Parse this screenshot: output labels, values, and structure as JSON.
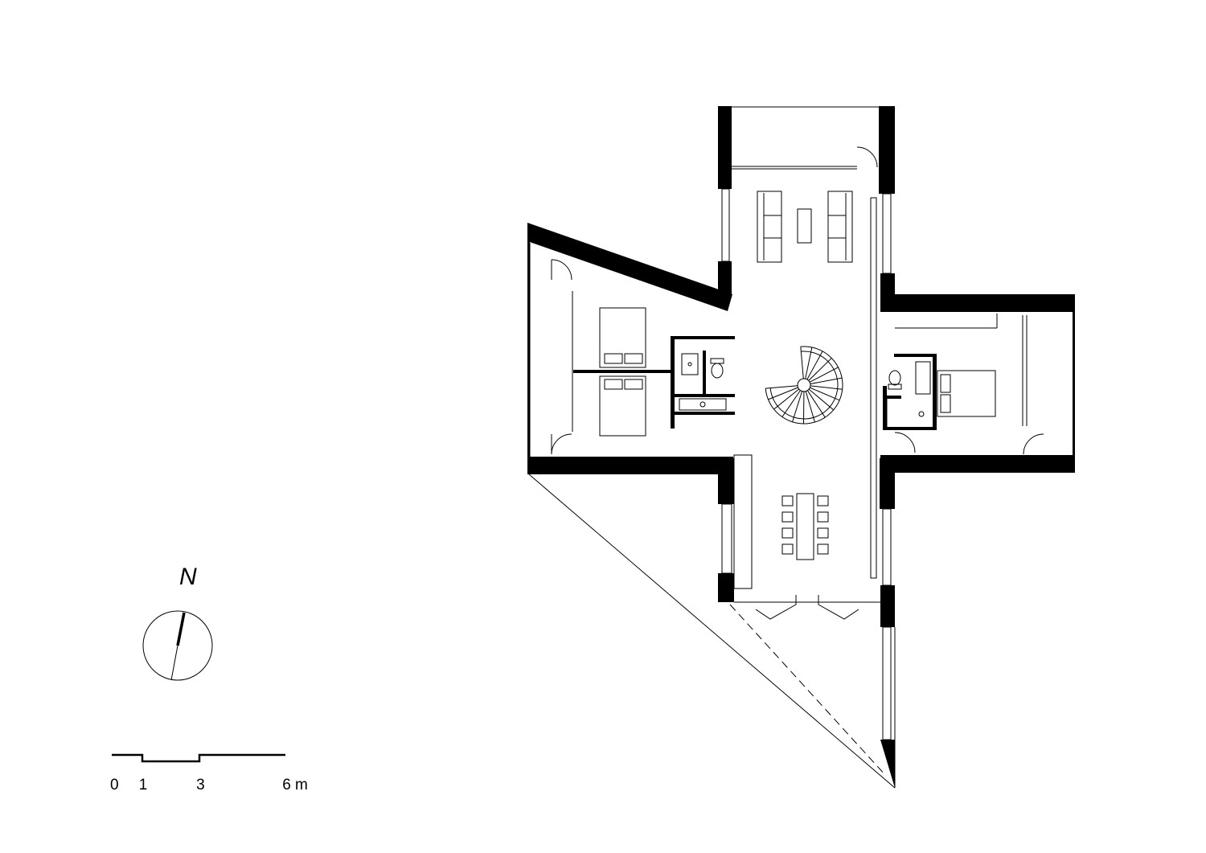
{
  "north_arrow": {
    "label": "N"
  },
  "scale_bar": {
    "ticks": [
      {
        "value": 0,
        "label": "0"
      },
      {
        "value": 1,
        "label": "1"
      },
      {
        "value": 3,
        "label": "3"
      },
      {
        "value": 6,
        "label": "6 m"
      }
    ]
  },
  "colors": {
    "ink": "#000000",
    "paper": "#ffffff"
  }
}
